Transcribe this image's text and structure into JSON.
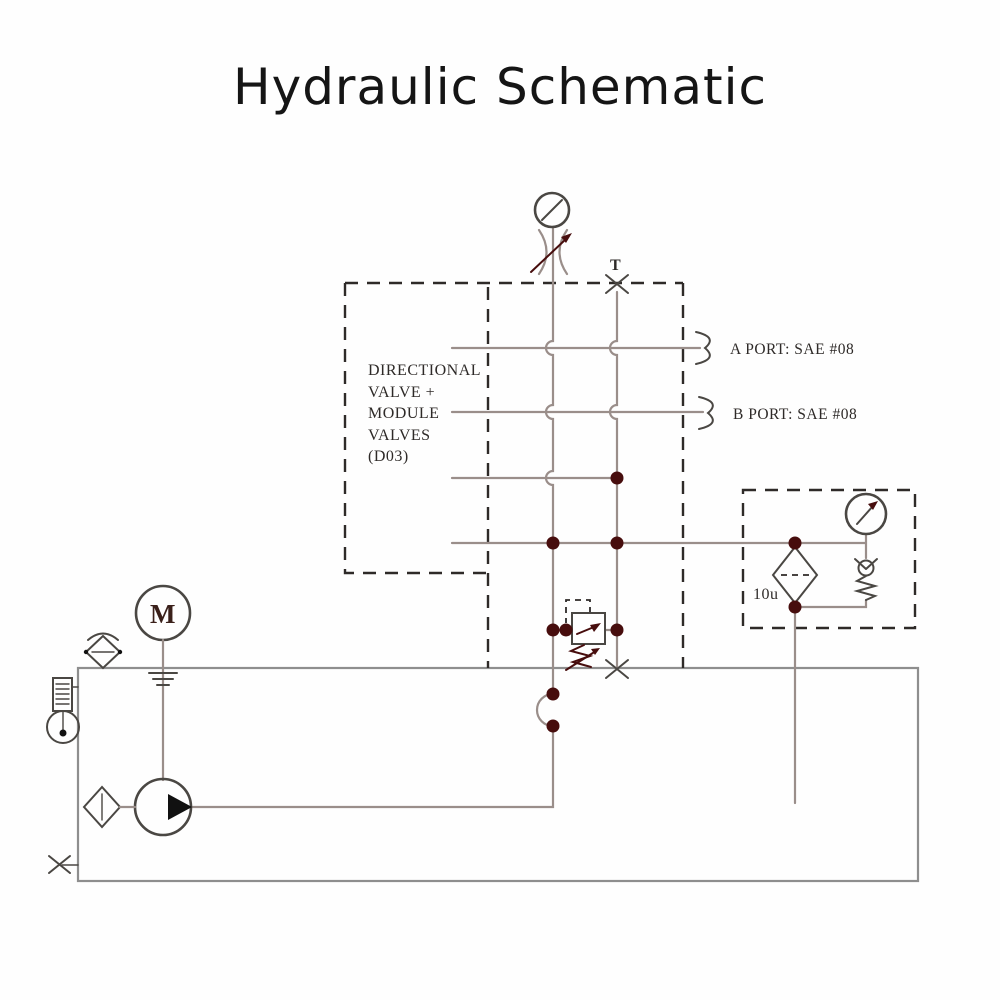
{
  "title": "Hydraulic Schematic",
  "labels": {
    "directional_valve_line1": "DIRECTIONAL",
    "directional_valve_line2": "VALVE +",
    "directional_valve_line3": "MODULE",
    "directional_valve_line4": "VALVES",
    "directional_valve_line5": "(D03)",
    "port_a": "A PORT: SAE #08",
    "port_b": "B PORT: SAE #08",
    "tank_port": "T",
    "motor": "M",
    "filter_micron": "10u"
  },
  "colors": {
    "line": "#9a8e8a",
    "dark": "#2e2a28",
    "symbol": "#4a4743",
    "tank": "#8e8e8e",
    "junction": "#470d0d",
    "title": "#151515",
    "bg": "#fefefe"
  }
}
